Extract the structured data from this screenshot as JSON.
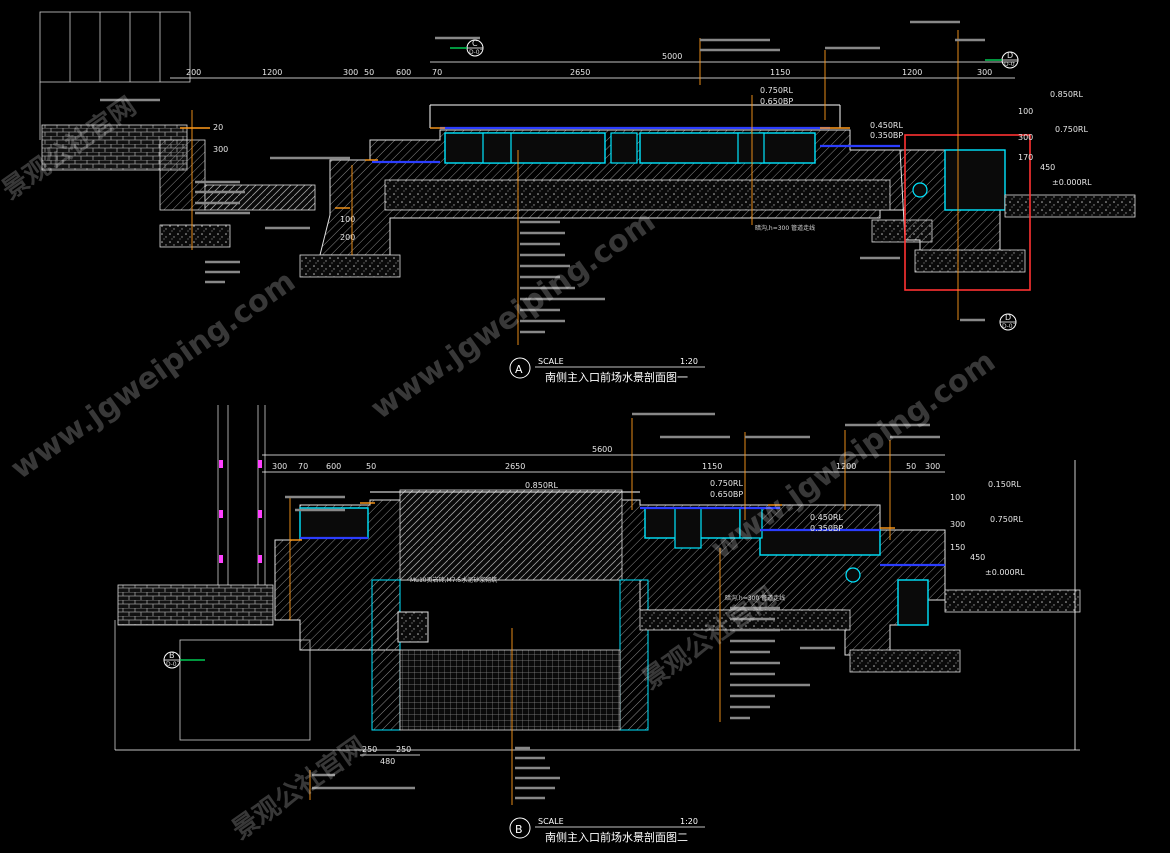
{
  "colors": {
    "background": "#000000",
    "outline": "#ffffff",
    "wall": "#00e5ff",
    "water": "#2b3dff",
    "accent": "#ff3333",
    "leader": "#ff9a1a",
    "hatch": "#8a8a8a",
    "marker": "#00c853",
    "pipe": "#ff40ff"
  },
  "sectionA": {
    "label": "A",
    "scale_word": "SCALE",
    "scale_ratio": "1:20",
    "title": "南侧主入口前场水景剖面图一",
    "dims_top": [
      "200",
      "1200",
      "300",
      "50",
      "600",
      "70",
      "2650",
      "1150",
      "1200",
      "300"
    ],
    "dim_total": "5000",
    "elevations": [
      "0.750RL",
      "0.650BP",
      "0.450RL",
      "0.350BP",
      "0.850RL",
      "0.750RL",
      "±0.000RL"
    ],
    "vertical_dims": [
      "100",
      "300",
      "170",
      "450"
    ],
    "small_dims": [
      "20",
      "300",
      "100",
      "200"
    ],
    "note_callout": "暗沟,h=300 管道走线"
  },
  "sectionB": {
    "label": "B",
    "scale_word": "SCALE",
    "scale_ratio": "1:20",
    "title": "南侧主入口前场水景剖面图二",
    "dims_top": [
      "300",
      "70",
      "600",
      "50",
      "2650",
      "1150",
      "1200",
      "50",
      "300"
    ],
    "dim_total": "5600",
    "elevations": [
      "0.850RL",
      "0.750RL",
      "0.650BP",
      "0.450RL",
      "0.350BP",
      "0.150RL",
      "0.750RL",
      "±0.000RL"
    ],
    "vertical_dims": [
      "100",
      "300",
      "150",
      "450"
    ],
    "bottom_dims": [
      "250",
      "250",
      "480"
    ],
    "note_mortar": "Mu10页岩砖,M7.5水泥砂浆砌筑",
    "note_callout": "暗沟,h=300 管道走线"
  },
  "detail_marks": [
    {
      "id": "C",
      "ref": "D-07"
    },
    {
      "id": "D",
      "ref": "D-07"
    },
    {
      "id": "D",
      "ref": "D-07"
    },
    {
      "id": "B",
      "ref": "D-07"
    }
  ],
  "watermarks": [
    "www.jgweiping.com",
    "景观公社官网",
    "www.jgweiping.com",
    "景观公社官网",
    "www.jgweiping.com",
    "景观公社官网"
  ]
}
